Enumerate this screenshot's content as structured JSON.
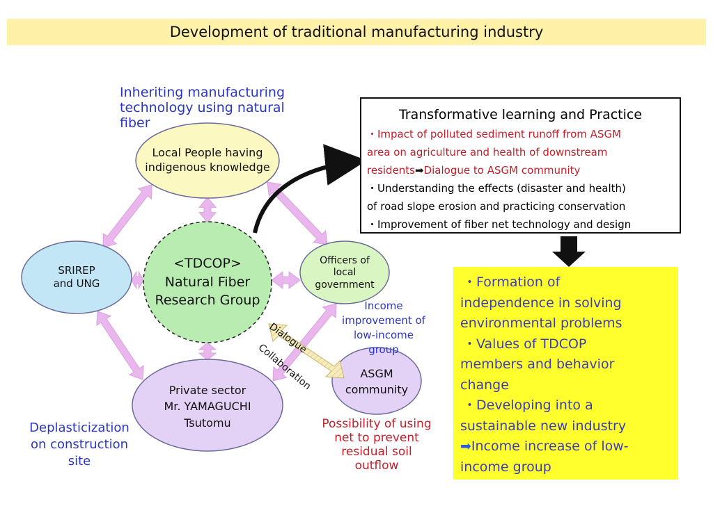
{
  "title": "Development of traditional manufacturing industry",
  "colors": {
    "title_bg": "#fff2a8",
    "local_people_node": "#fbf8c2",
    "center_node": "#b9ecb1",
    "officers_node": "#d9f5c2",
    "srirep_node": "#c3e6f7",
    "private_node": "#e4d1f6",
    "asgm_node": "#e4d1f6",
    "arrow": "#e9b7ee",
    "outcome_bg": "#ffff2e",
    "blue_text": "#2b37c4",
    "red_text": "#c4202a"
  },
  "nodes": {
    "local_people": [
      "Local People having",
      "indigenous knowledge"
    ],
    "center": [
      "<TDCOP>",
      "Natural Fiber",
      "Research Group"
    ],
    "officers": [
      "Officers of",
      "local",
      "government"
    ],
    "srirep": [
      "SRIREP",
      "and UNG"
    ],
    "private": [
      "Private sector",
      "Mr. YAMAGUCHI",
      "Tsutomu"
    ],
    "asgm": [
      "ASGM",
      "community"
    ]
  },
  "annotations": {
    "inheriting": [
      "Inheriting manufacturing",
      "technology using natural",
      "fiber"
    ],
    "income_improvement": [
      "Income",
      "improvement of",
      "low-income",
      "group"
    ],
    "deplasticization": [
      "Deplasticization",
      "on construction",
      "site"
    ],
    "possibility": [
      "Possibility of using",
      "net to prevent",
      "residual soil",
      "outflow"
    ],
    "dialogue": "Dialogue",
    "collaboration": "Collaboration"
  },
  "practice_box": {
    "title": "Transformative learning and Practice",
    "item1_red_a": "・Impact of polluted sediment runoff from ASGM",
    "item1_red_b": "area on agriculture and health of downstream",
    "item1_red_c1": "residents",
    "item1_arrow": "➡",
    "item1_red_c2": "Dialogue to ASGM community",
    "item2_a": "・Understanding the effects (disaster and health)",
    "item2_b": "of road slope erosion and practicing conservation",
    "item3": "・Improvement of fiber net technology and design"
  },
  "outcome_box": {
    "item1_a": "・Formation of",
    "item1_b": "independence in solving",
    "item1_c": "environmental problems",
    "item2_a": "・Values of TDCOP",
    "item2_b": "members and behavior",
    "item2_c": "change",
    "item3_a": "・Developing into a",
    "item3_b": "sustainable new industry",
    "item4_arrow": "➡",
    "item4_a": "Income increase of low-",
    "item4_b": "income group"
  }
}
